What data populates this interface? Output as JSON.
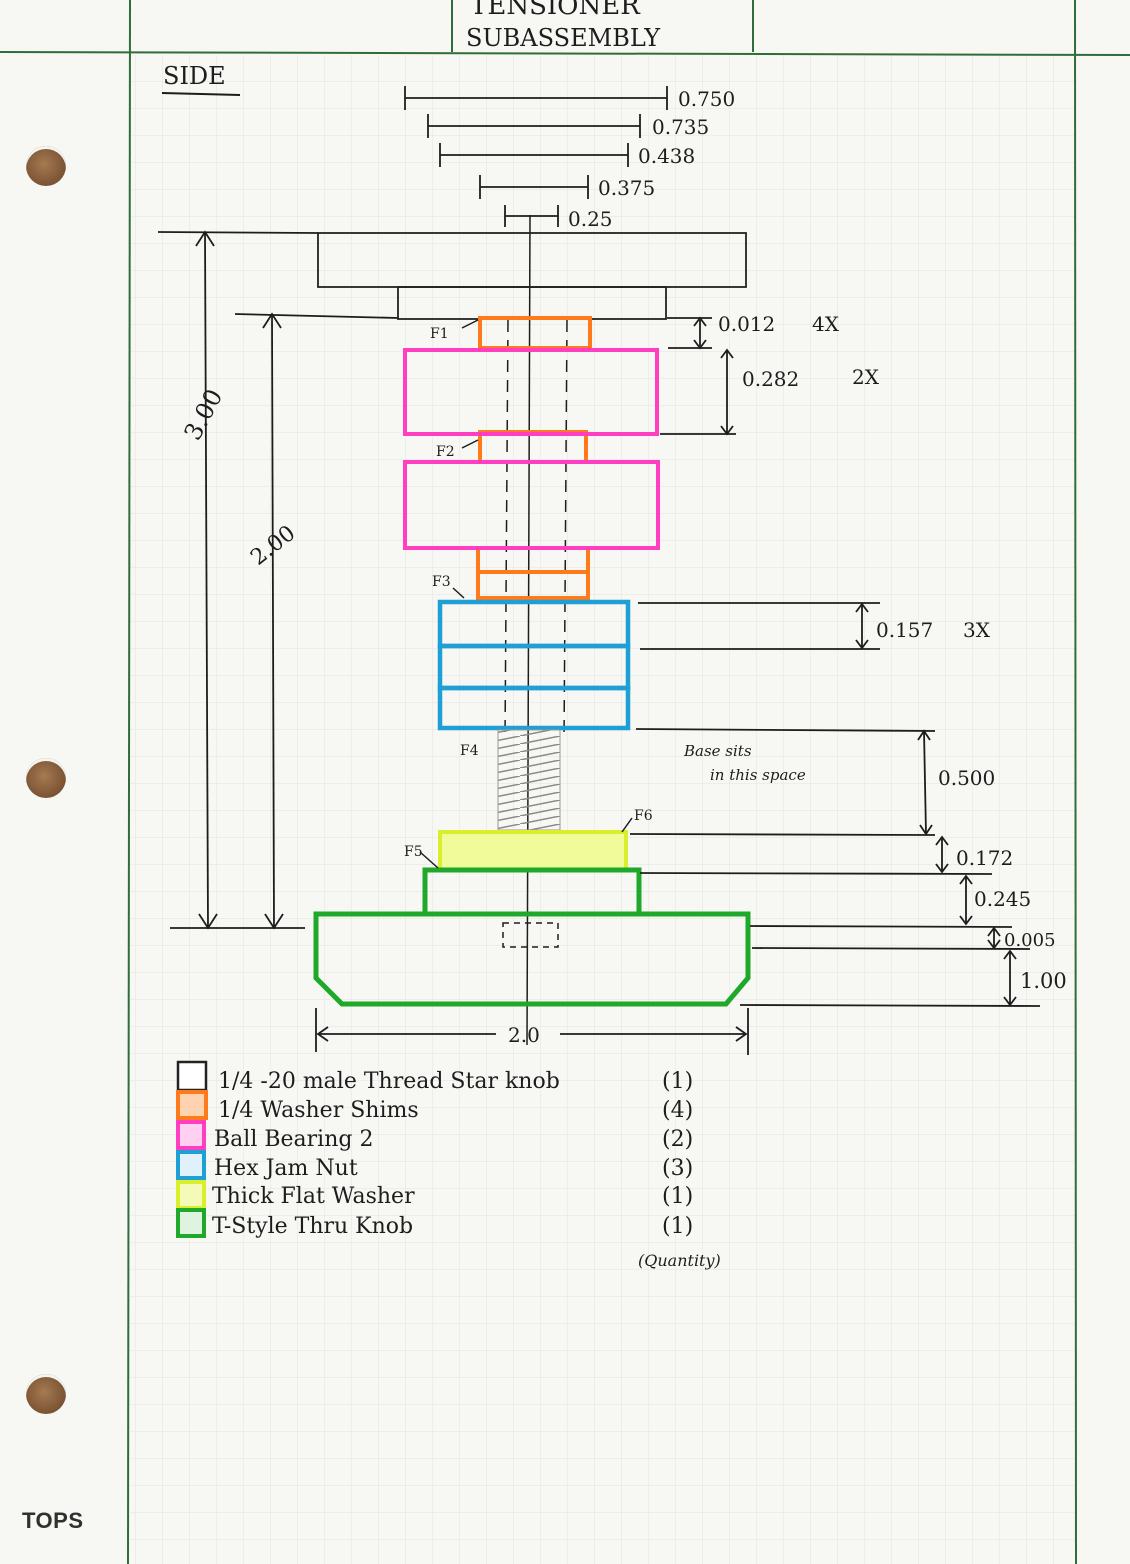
{
  "header": {
    "title_line1": "TENSIONER",
    "title_line2": "SUBASSEMBLY"
  },
  "view_label": "SIDE",
  "dimensions": {
    "top_widths": [
      "0.750",
      "0.735",
      "0.438",
      "0.375",
      "0.25"
    ],
    "overall_height": "3.00",
    "shaft_height": "2.00",
    "shim_thickness": "0.012",
    "shim_count": "4X",
    "bearing_thickness": "0.282",
    "bearing_count": "2X",
    "nut_thickness": "0.157",
    "nut_count": "3X",
    "base_gap": "0.500",
    "washer_thickness": "0.172",
    "knob_boss": "0.245",
    "knob_gap": "0.005",
    "knob_height": "1.00",
    "knob_width": "2.0"
  },
  "feature_labels": [
    "F1",
    "F2",
    "F3",
    "F4",
    "F5",
    "F6"
  ],
  "note": {
    "line1": "Base sits",
    "line2": "in this space"
  },
  "legend": {
    "items": [
      {
        "label": "1/4 -20 male Thread Star knob",
        "qty": "(1)",
        "color": "#f4f4f0",
        "stroke": "#222222"
      },
      {
        "label": "1/4 Washer Shims",
        "qty": "(4)",
        "color": "#ff7a1a",
        "stroke": "#ff7a1a"
      },
      {
        "label": "Ball Bearing 2",
        "qty": "(2)",
        "color": "#ff3fbf",
        "stroke": "#ff3fbf"
      },
      {
        "label": "Hex Jam Nut",
        "qty": "(3)",
        "color": "#1e9fd6",
        "stroke": "#1e9fd6"
      },
      {
        "label": "Thick Flat Washer",
        "qty": "(1)",
        "color": "#e2f53a",
        "stroke": "#d4e82a"
      },
      {
        "label": "T-Style Thru Knob",
        "qty": "(1)",
        "color": "#1fa82a",
        "stroke": "#1fa82a"
      }
    ],
    "qty_caption": "(Quantity)"
  },
  "brand": "TOPS",
  "colors": {
    "shim": "#ff7a1a",
    "bearing": "#ff3fbf",
    "nut": "#1e9fd6",
    "washer": "#d9ef2c",
    "knob": "#1fa82a",
    "ink": "#1d1d1d",
    "grid": "#dcdcd6",
    "rule": "#2f6e3a"
  }
}
